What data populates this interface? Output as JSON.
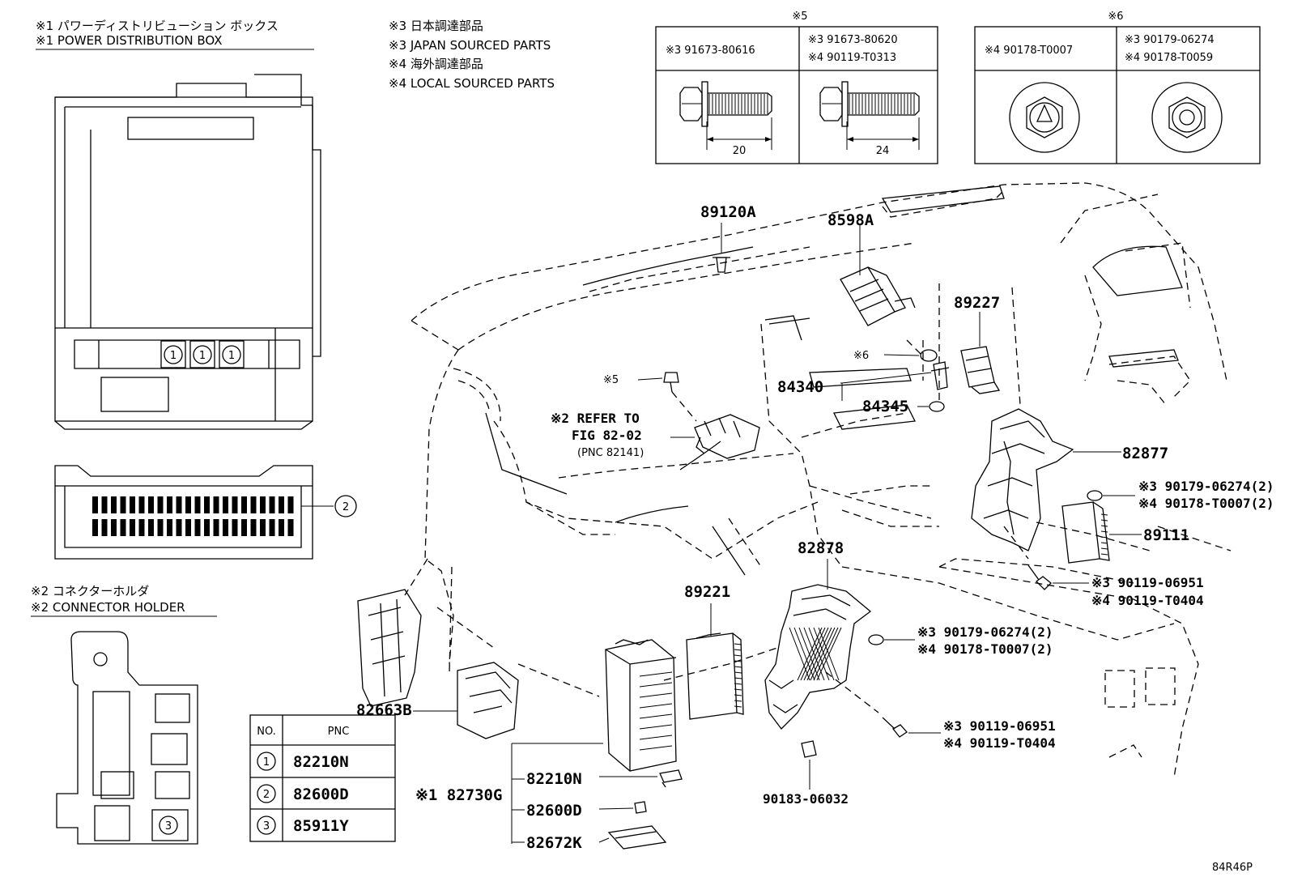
{
  "notes": {
    "n1_jp": "※1 パワーディストリビューション ボックス",
    "n1_en": "※1 POWER DISTRIBUTION BOX",
    "n2_jp": "※2 コネクターホルダ",
    "n2_en": "※2 CONNECTOR HOLDER",
    "n3_jp": "※3 日本調達部品",
    "n3_en": "※3 JAPAN SOURCED PARTS",
    "n4_jp": "※4 海外調達部品",
    "n4_en": "※4 LOCAL SOURCED PARTS"
  },
  "box5": {
    "title": "※5",
    "c1": "※3 91673-80616",
    "c2a": "※3 91673-80620",
    "c2b": "※4 90119-T0313",
    "dim1": "20",
    "dim2": "24"
  },
  "box6": {
    "title": "※6",
    "c1": "※4 90178-T0007",
    "c2a": "※3 90179-06274",
    "c2b": "※4 90178-T0059"
  },
  "pnc_table": {
    "col_no": "NO.",
    "col_pnc": "PNC",
    "rows": [
      {
        "no": "1",
        "pnc": "82210N"
      },
      {
        "no": "2",
        "pnc": "82600D"
      },
      {
        "no": "3",
        "pnc": "85911Y"
      }
    ]
  },
  "circles": {
    "c1": "1",
    "c2": "2",
    "c3": "3"
  },
  "labels": {
    "p89120A": "89120A",
    "p8598A": "8598A",
    "p89227": "89227",
    "n6": "※6",
    "n5": "※5",
    "p84340": "84340",
    "p84345": "84345",
    "refer1": "※2 REFER TO",
    "refer2": "FIG 82-02",
    "refer3": "(PNC 82141)",
    "p82877": "82877",
    "p89111": "89111",
    "p82878": "82878",
    "p89221": "89221",
    "p82663B": "82663B",
    "p82730G": "※1 82730G",
    "p82210N": "82210N",
    "p82600D": "82600D",
    "p82672K": "82672K",
    "p90183": "90183-06032",
    "r1a": "※3 90179-06274(2)",
    "r1b": "※4 90178-T0007(2)",
    "r2a": "※3 90119-06951",
    "r2b": "※4 90119-T0404",
    "r3a": "※3 90179-06274(2)",
    "r3b": "※4 90178-T0007(2)",
    "r4a": "※3 90119-06951",
    "r4b": "※4 90119-T0404",
    "code": "84R46P"
  }
}
